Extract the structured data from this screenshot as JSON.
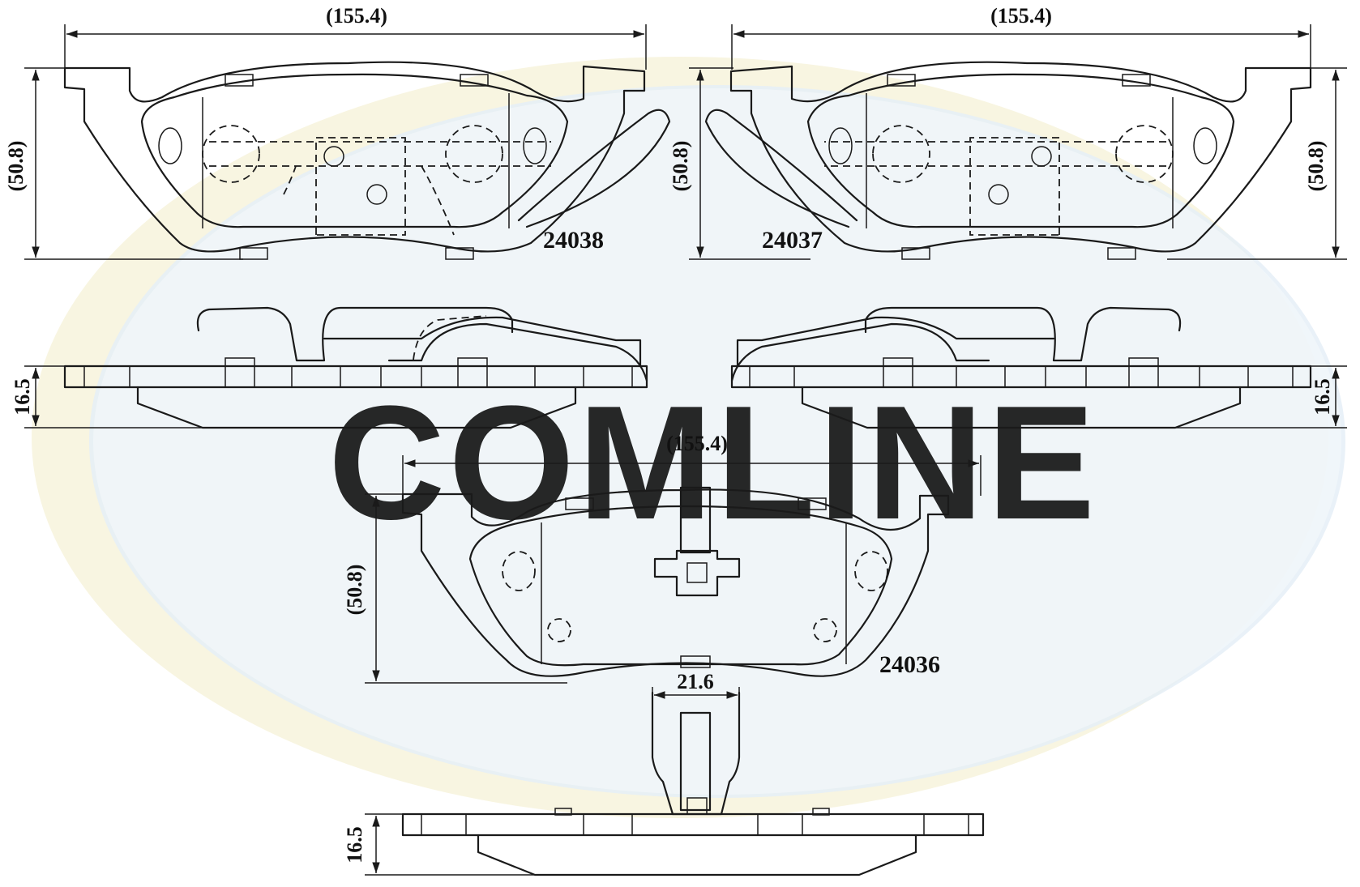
{
  "watermark": {
    "text": "COMLINE",
    "ring_color": "#f3ecc8",
    "oval_color": "#e5eef7",
    "letter_color": "#dde7f1"
  },
  "dimensions": {
    "top_left_width": "(155.4)",
    "top_left_height": "(50.8)",
    "top_right_width": "(155.4)",
    "top_right_height": "(50.8)",
    "side_left_thickness": "16.5",
    "side_right_thickness": "16.5",
    "bottom_width": "(155.4)",
    "bottom_height": "(50.8)",
    "clip_width": "21.6",
    "bottom_thickness": "16.5"
  },
  "parts": {
    "left": "24038",
    "right": "24037",
    "bottom": "24036"
  }
}
